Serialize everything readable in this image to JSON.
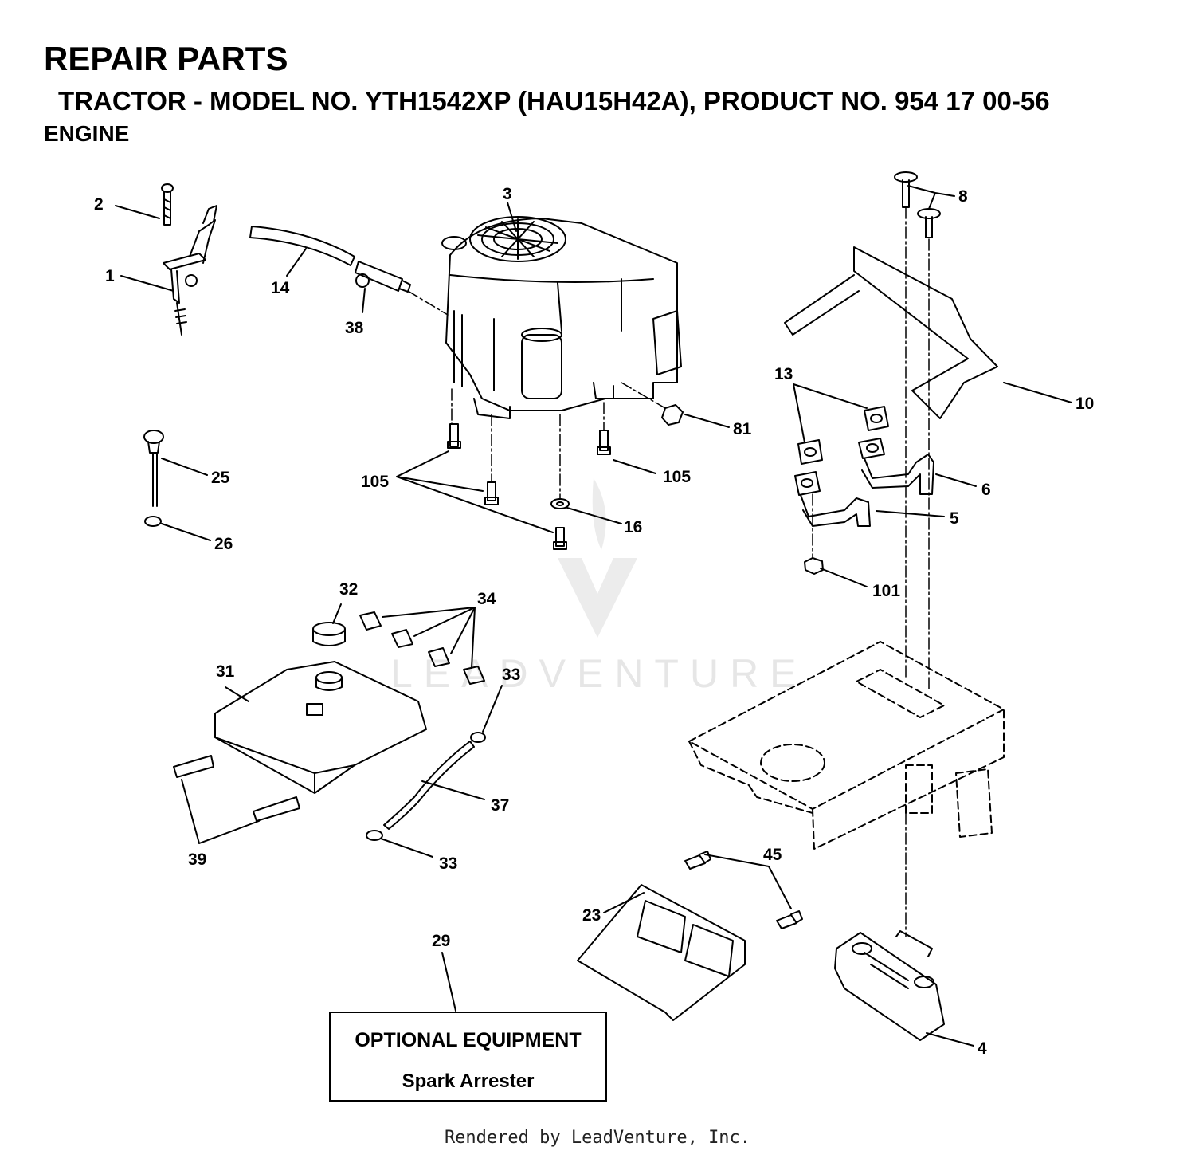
{
  "header": {
    "title": "REPAIR PARTS",
    "subtitle": "TRACTOR - MODEL NO. YTH1542XP (HAU15H42A), PRODUCT NO. 954 17 00-56",
    "section": "ENGINE"
  },
  "callouts": {
    "c1": "1",
    "c2": "2",
    "c3": "3",
    "c4": "4",
    "c5": "5",
    "c6": "6",
    "c8": "8",
    "c10": "10",
    "c13": "13",
    "c14": "14",
    "c16": "16",
    "c23": "23",
    "c25": "25",
    "c26": "26",
    "c29": "29",
    "c31": "31",
    "c32": "32",
    "c33a": "33",
    "c33b": "33",
    "c34": "34",
    "c37": "37",
    "c38": "38",
    "c39": "39",
    "c45": "45",
    "c81": "81",
    "c101": "101",
    "c105a": "105",
    "c105b": "105"
  },
  "optional_equipment": {
    "title": "OPTIONAL EQUIPMENT",
    "item": "Spark Arrester"
  },
  "watermark": "LEADVENTURE",
  "footer": "Rendered by LeadVenture, Inc."
}
